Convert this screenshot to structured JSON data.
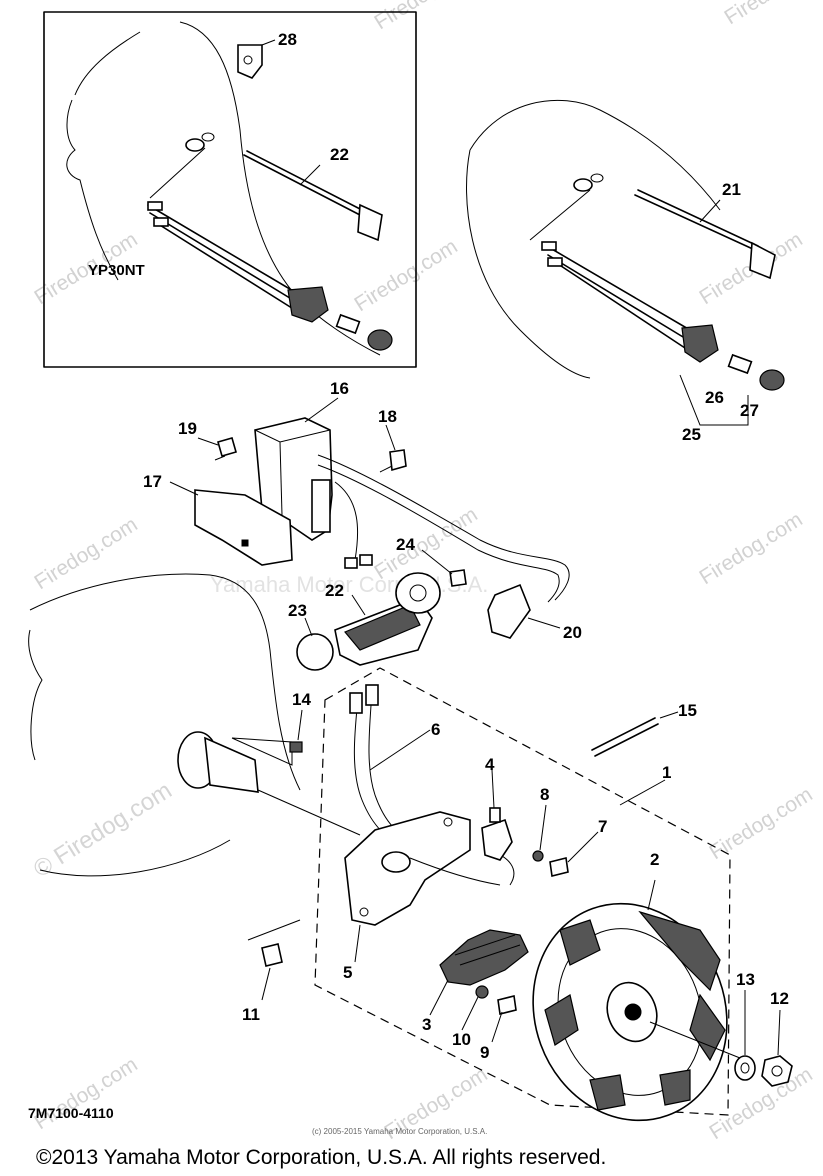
{
  "watermark": {
    "brand": "Firedog.com",
    "copyright_symbol": "©",
    "center_text": "Yamaha Motor Corp., U.S.A."
  },
  "inset_label": "YP30NT",
  "part_numbers": {
    "p1": "1",
    "p2": "2",
    "p3": "3",
    "p4": "4",
    "p5": "5",
    "p6": "6",
    "p7": "7",
    "p8": "8",
    "p9": "9",
    "p10": "10",
    "p11": "11",
    "p12": "12",
    "p13": "13",
    "p14": "14",
    "p15": "15",
    "p16": "16",
    "p17": "17",
    "p18": "18",
    "p19": "19",
    "p20": "20",
    "p21": "21",
    "p22": "22",
    "p22b": "22",
    "p23": "23",
    "p24": "24",
    "p25": "25",
    "p26": "26",
    "p27": "27",
    "p28": "28"
  },
  "diagram_ref": "7M7100-4110",
  "small_copyright": "(c) 2005-2015 Yamaha Motor Corporation, U.S.A.",
  "footer_copyright": "©2013 Yamaha Motor Corporation, U.S.A. All rights reserved."
}
